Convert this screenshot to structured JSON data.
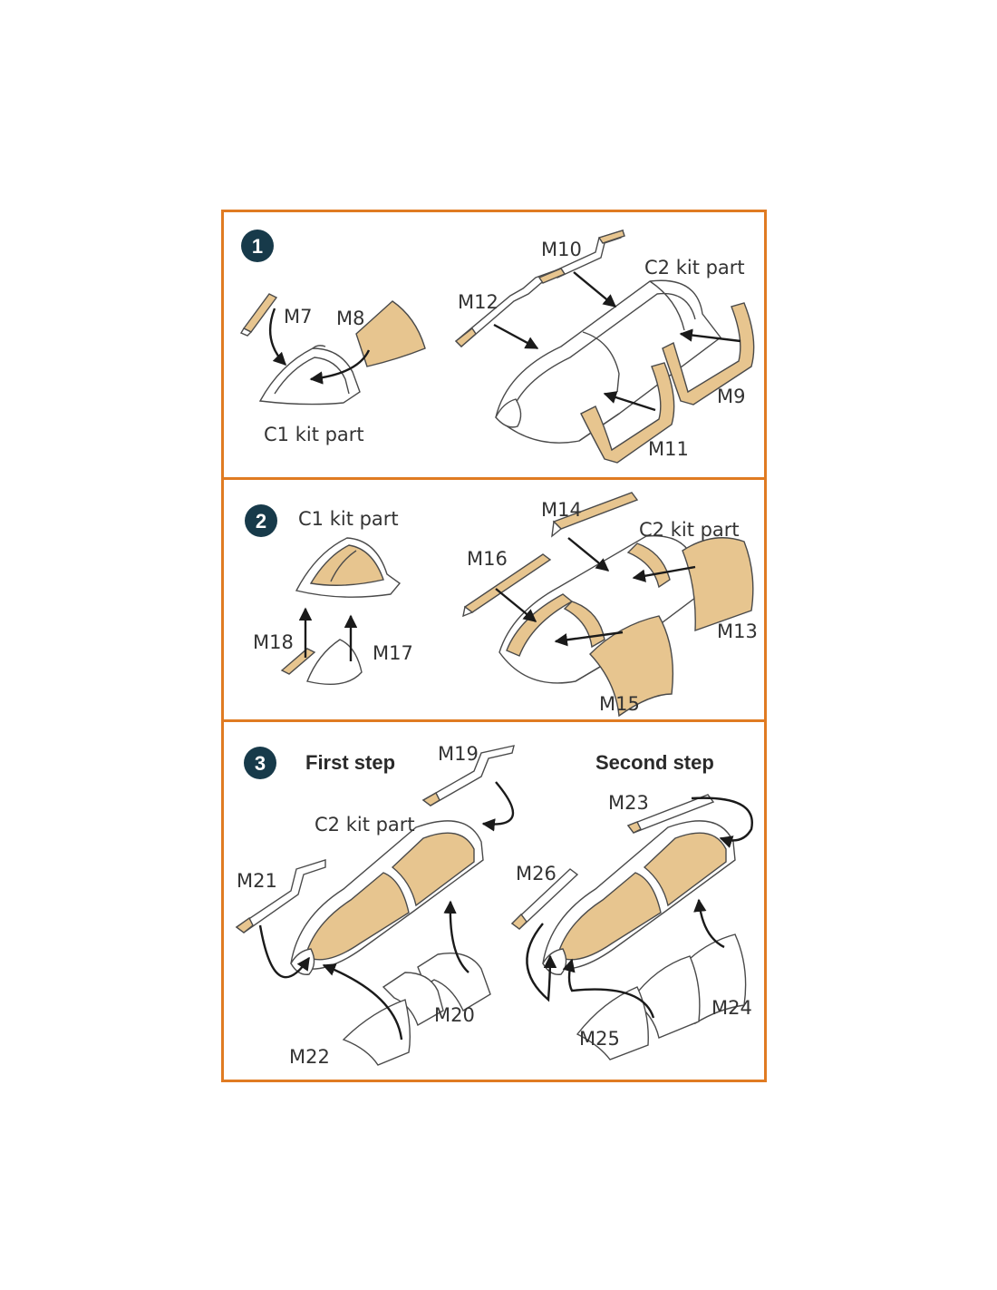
{
  "colors": {
    "border": "#e07b22",
    "badge": "#173a4a",
    "mask": "#e7c58f",
    "outline": "#4a4a4a"
  },
  "steps": [
    {
      "number": "1",
      "labels": {
        "m7": "M7",
        "m8": "M8",
        "c1": "C1 kit part",
        "m10": "M10",
        "c2": "C2 kit part",
        "m12": "M12",
        "m9": "M9",
        "m11": "M11"
      }
    },
    {
      "number": "2",
      "labels": {
        "c1": "C1 kit part",
        "m14": "M14",
        "c2": "C2 kit part",
        "m16": "M16",
        "m13": "M13",
        "m18": "M18",
        "m17": "M17",
        "m15": "M15"
      }
    },
    {
      "number": "3",
      "first_step": "First step",
      "second_step": "Second step",
      "labels": {
        "m19": "M19",
        "c2": "C2 kit part",
        "m21": "M21",
        "m20": "M20",
        "m22": "M22",
        "m23": "M23",
        "m26": "M26",
        "m24": "M24",
        "m25": "M25"
      }
    }
  ]
}
